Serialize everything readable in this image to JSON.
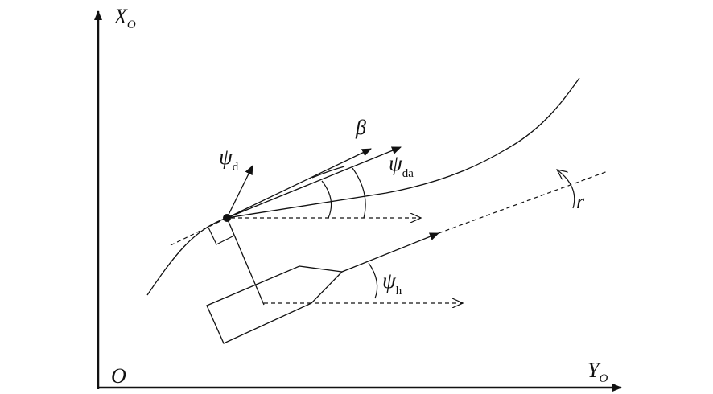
{
  "axes": {
    "x_label": "X",
    "x_label_sub": "O",
    "y_label": "Y",
    "y_label_sub": "O",
    "origin_label": "O"
  },
  "angles": {
    "beta": "β",
    "psi_d": "ψ",
    "psi_d_sub": "d",
    "psi_da": "ψ",
    "psi_da_sub": "da",
    "psi_h": "ψ",
    "psi_h_sub": "h",
    "r": "r"
  },
  "colors": {
    "ink": "#111111",
    "background": "#ffffff"
  }
}
